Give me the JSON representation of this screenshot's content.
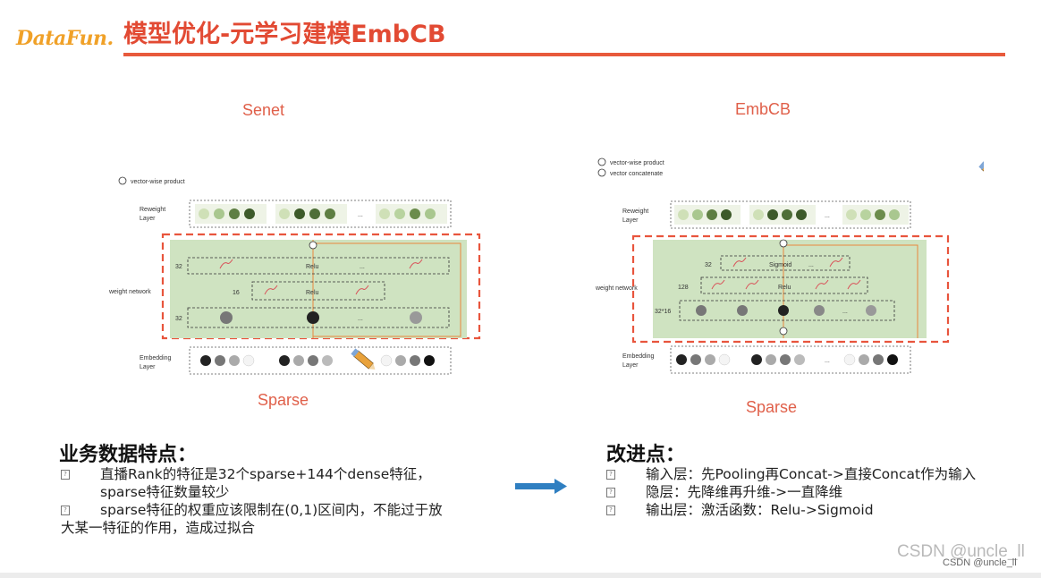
{
  "logo": {
    "text_a": "Data",
    "text_b": "Fun."
  },
  "title": "模型优化-元学习建模EmbCB",
  "left_diagram": {
    "top_label": "Senet",
    "bottom_label": "Sparse",
    "legend": "vector-wise product",
    "reweight_label": [
      "Reweight",
      "Layer"
    ],
    "weight_network_label": "weight network",
    "embedding_label": [
      "Embedding",
      "Layer"
    ],
    "row_sizes": [
      "32",
      "16",
      "32"
    ],
    "act_labels": [
      "Relu",
      "Relu"
    ],
    "ellipsis": "..."
  },
  "right_diagram": {
    "top_label": "EmbCB",
    "bottom_label": "Sparse",
    "legend": [
      "vector-wise product",
      "vector concatenate"
    ],
    "reweight_label": [
      "Reweight",
      "Layer"
    ],
    "weight_network_label": "weight network",
    "embedding_label": [
      "Embedding",
      "Layer"
    ],
    "row_sizes": [
      "32",
      "128",
      "32*16"
    ],
    "act_labels": [
      "Sigmoid",
      "Relu"
    ],
    "ellipsis": "..."
  },
  "left_text": {
    "heading": "业务数据特点：",
    "bullets": [
      [
        "直播Rank的特征是32个sparse+144个dense特征，",
        "sparse特征数量较少"
      ],
      [
        "sparse特征的权重应该限制在(0,1)区间内，不能过于放",
        "大某一特征的作用，造成过拟合"
      ]
    ]
  },
  "right_text": {
    "heading": "改进点：",
    "bullets": [
      "输入层：先Pooling再Concat->直接Concat作为输入",
      "隐层：先降维再升维->一直降维",
      "输出层：激活函数：Relu->Sigmoid"
    ]
  },
  "watermark": {
    "large": "CSDN @uncle_ll",
    "small": "CSDN @uncle_ll"
  },
  "colors": {
    "accent": "#e24a33",
    "arrow": "#2f7fc1",
    "network_bg": "#cfe3c1",
    "dash_red": "#e8553d"
  }
}
